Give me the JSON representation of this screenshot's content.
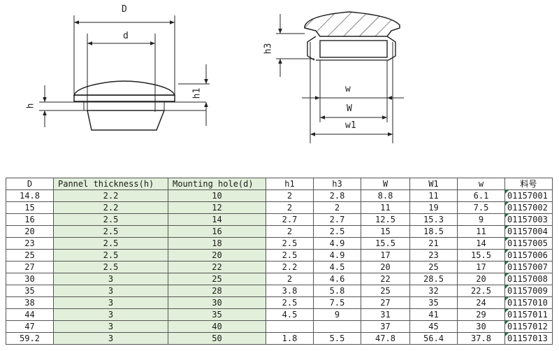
{
  "drawing": {
    "left_view": {
      "labels": {
        "D": "D",
        "d": "d",
        "h": "h",
        "h1": "h1"
      }
    },
    "right_view": {
      "labels": {
        "h3": "h3",
        "w": "w",
        "W": "W",
        "w1": "w1"
      }
    }
  },
  "table": {
    "headers": [
      "D",
      "Pannel thickness(h)",
      "Mounting hole(d)",
      "h1",
      "h3",
      "W",
      "W1",
      "w",
      "料号"
    ],
    "rows": [
      [
        "14.8",
        "2.2",
        "10",
        "2",
        "2.8",
        "8.8",
        "11",
        "6.1",
        "01157001"
      ],
      [
        "15",
        "2.2",
        "12",
        "2",
        "2",
        "11",
        "19",
        "7.5",
        "01157002"
      ],
      [
        "16",
        "2.5",
        "14",
        "2.7",
        "2.7",
        "12.5",
        "15.3",
        "9",
        "01157003"
      ],
      [
        "20",
        "2.5",
        "16",
        "2",
        "2.5",
        "15",
        "18.5",
        "11",
        "01157004"
      ],
      [
        "23",
        "2.5",
        "18",
        "2.5",
        "4.9",
        "15.5",
        "21",
        "14",
        "01157005"
      ],
      [
        "25",
        "2.5",
        "20",
        "2.5",
        "4.9",
        "17",
        "23",
        "15.5",
        "01157006"
      ],
      [
        "27",
        "2.5",
        "22",
        "2.2",
        "4.5",
        "20",
        "25",
        "17",
        "01157007"
      ],
      [
        "30",
        "3",
        "25",
        "2",
        "4.6",
        "22",
        "28.5",
        "20",
        "01157008"
      ],
      [
        "35",
        "3",
        "28",
        "3.8",
        "5.8",
        "25",
        "32",
        "22.5",
        "01157009"
      ],
      [
        "38",
        "3",
        "30",
        "2.5",
        "7.5",
        "27",
        "35",
        "24",
        "01157010"
      ],
      [
        "44",
        "3",
        "35",
        "4.5",
        "9",
        "31",
        "41",
        "29",
        "01157011"
      ],
      [
        "47",
        "3",
        "40",
        "",
        "",
        "37",
        "45",
        "30",
        "01157012"
      ],
      [
        "59.2",
        "3",
        "50",
        "1.8",
        "5.5",
        "47.8",
        "56.4",
        "37.8",
        "01157013"
      ]
    ]
  },
  "colors": {
    "highlight_columns": "#e2efda",
    "cell_marker": "#1f7a3a",
    "grid": "#555555"
  }
}
